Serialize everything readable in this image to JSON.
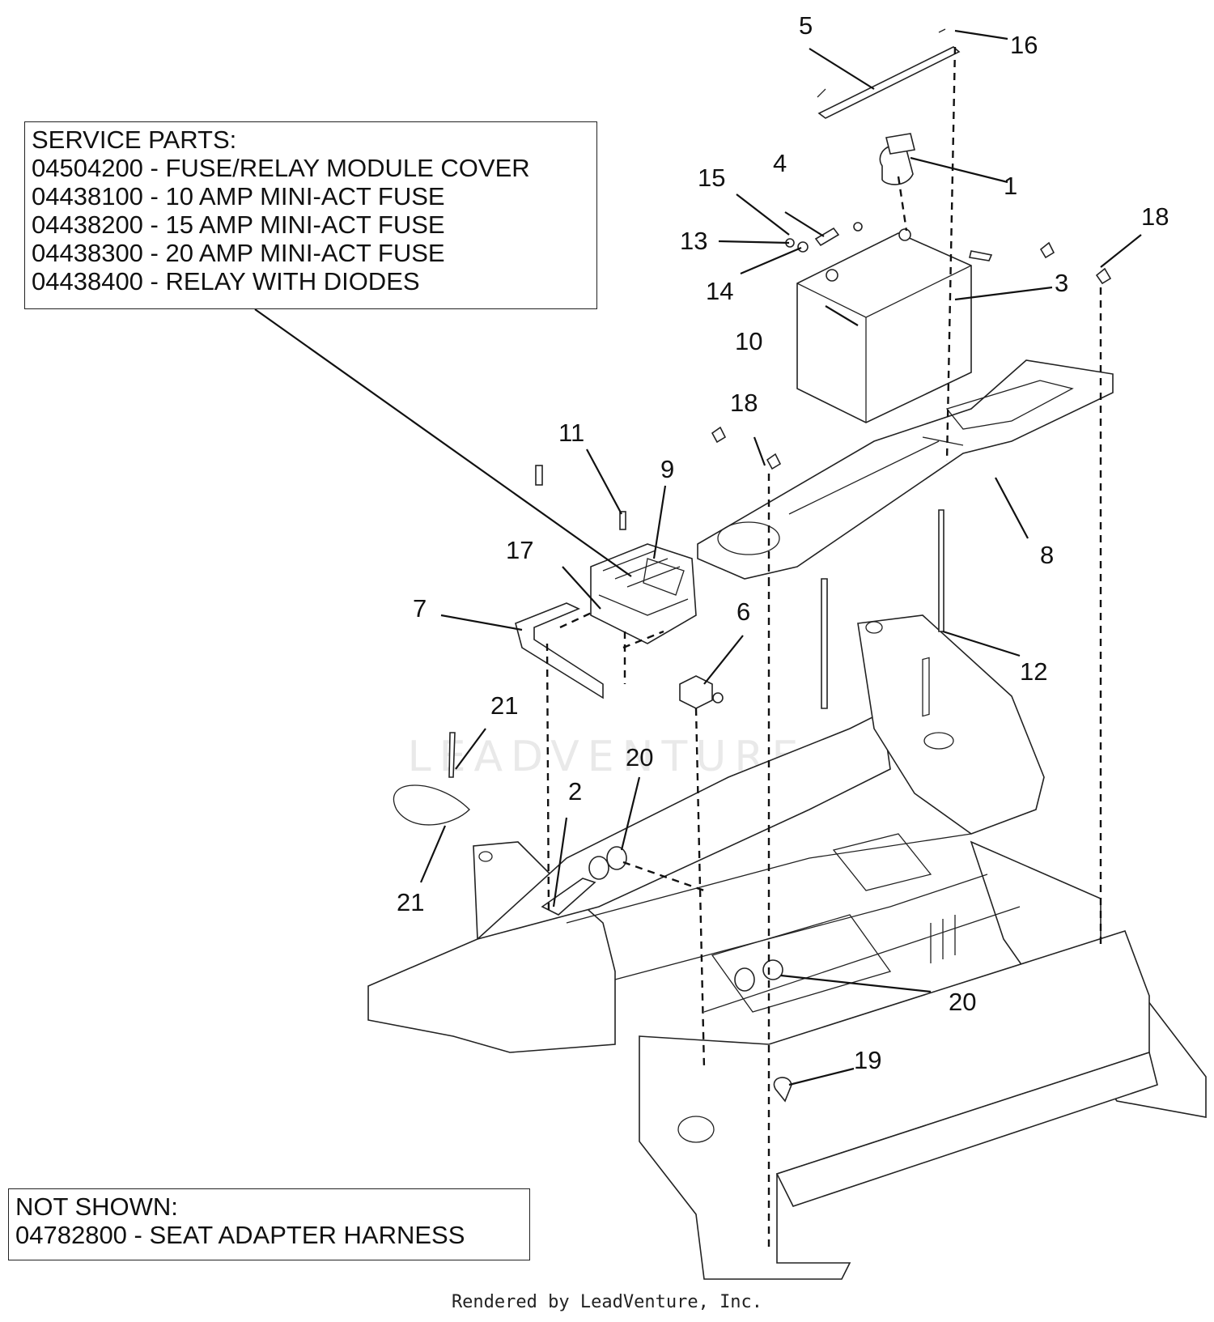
{
  "service_parts": {
    "title": "SERVICE PARTS:",
    "items": [
      "04504200 - FUSE/RELAY MODULE COVER",
      "04438100 - 10 AMP MINI-ACT FUSE",
      "04438200 - 15 AMP MINI-ACT FUSE",
      "04438300 - 20 AMP MINI-ACT FUSE",
      "04438400 - RELAY WITH DIODES"
    ]
  },
  "not_shown": {
    "title": "NOT SHOWN:",
    "items": [
      "04782800 - SEAT ADAPTER HARNESS"
    ]
  },
  "callouts": {
    "c1": "1",
    "c2": "2",
    "c3": "3",
    "c4": "4",
    "c5": "5",
    "c6": "6",
    "c7": "7",
    "c8": "8",
    "c9": "9",
    "c10": "10",
    "c11": "11",
    "c12": "12",
    "c13": "13",
    "c14": "14",
    "c15": "15",
    "c16": "16",
    "c17": "17",
    "c18a": "18",
    "c18b": "18",
    "c19": "19",
    "c20a": "20",
    "c20b": "20",
    "c21a": "21",
    "c21b": "21"
  },
  "watermark": "LEADVENTURE",
  "footer": "Rendered by LeadVenture, Inc."
}
